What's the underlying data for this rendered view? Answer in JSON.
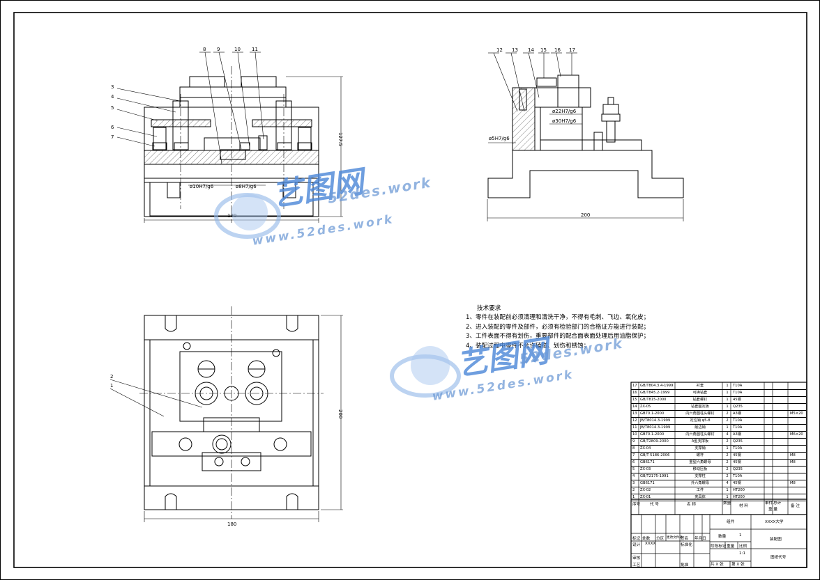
{
  "drawing": {
    "title": "装配图",
    "front_view": {
      "balloons": [
        "3",
        "4",
        "5",
        "6",
        "7",
        "8",
        "9",
        "10",
        "11"
      ],
      "fits": [
        "ø10H7/g6",
        "ø8H7/g6"
      ],
      "dim_width": "180",
      "dim_height": "127.5"
    },
    "side_view": {
      "balloons": [
        "12",
        "13",
        "14",
        "15",
        "16",
        "17"
      ],
      "fits": [
        "ø22H7/g6",
        "ø30H7/g6",
        "ø5H7/g6"
      ],
      "dim_width": "200"
    },
    "top_view": {
      "balloons": [
        "2",
        "1"
      ],
      "dim_width": "180",
      "dim_height": "200"
    }
  },
  "technical_requirements": {
    "title": "技术要求",
    "items": [
      "1、零件在装配前必须清理和清洗干净，不得有毛刺、飞边、氧化皮；",
      "2、进入装配的零件及部件，必须有检验部门的合格证方能进行装配；",
      "3、工件表面不得有划伤，重要部件的配合面表面处理后用油脂保护；",
      "4、装配过程中零件不允许磕碰、划伤和锈蚀；"
    ]
  },
  "watermark": {
    "logo": "艺图网",
    "domain": "www.52des.work",
    "domain_short": "52des.work"
  },
  "bom": {
    "rows": [
      {
        "no": "17",
        "code": "GB/T804.3.4-1999",
        "name": "衬套",
        "qty": "1",
        "mat": "T10A",
        "note": ""
      },
      {
        "no": "16",
        "code": "GB/T845.2-1999",
        "name": "可换钻套",
        "qty": "1",
        "mat": "T10A",
        "note": ""
      },
      {
        "no": "15",
        "code": "GB/T815-2000",
        "name": "钻套螺钉",
        "qty": "1",
        "mat": "45钢",
        "note": ""
      },
      {
        "no": "14",
        "code": "ZX-05",
        "name": "钻套固定板",
        "qty": "1",
        "mat": "Q235",
        "note": ""
      },
      {
        "no": "13",
        "code": "GB70.1-2000",
        "name": "内六角圆柱头螺钉",
        "qty": "2",
        "mat": "A3钢",
        "note": "M5×20"
      },
      {
        "no": "12",
        "code": "JB/T8014.3-1999",
        "name": "定位销 φ5-8",
        "qty": "2",
        "mat": "T10A",
        "note": ""
      },
      {
        "no": "11",
        "code": "JB/T8014.3-1999",
        "name": "削边销",
        "qty": "1",
        "mat": "T10A",
        "note": ""
      },
      {
        "no": "10",
        "code": "GB70.1-2000",
        "name": "内六角圆柱头螺钉",
        "qty": "4",
        "mat": "A3钢",
        "note": "M6×20"
      },
      {
        "no": "9",
        "code": "GB/T2809-2000",
        "name": "A型支撑板",
        "qty": "2",
        "mat": "Q235",
        "note": ""
      },
      {
        "no": "8",
        "code": "ZX-04",
        "name": "支撑销",
        "qty": "1",
        "mat": "T10A",
        "note": ""
      },
      {
        "no": "7",
        "code": "GB/T 5186-2006",
        "name": "螺杆",
        "qty": "2",
        "mat": "45钢",
        "note": "M8"
      },
      {
        "no": "6",
        "code": "GB6171",
        "name": "重型六角螺母",
        "qty": "2",
        "mat": "45钢",
        "note": "M8"
      },
      {
        "no": "5",
        "code": "ZX-03",
        "name": "移动压板",
        "qty": "2",
        "mat": "Q235",
        "note": ""
      },
      {
        "no": "4",
        "code": "GB/T2175-1991",
        "name": "支撑柱",
        "qty": "2",
        "mat": "T10A",
        "note": ""
      },
      {
        "no": "3",
        "code": "GB6171",
        "name": "外六角螺母",
        "qty": "4",
        "mat": "45钢",
        "note": "M8"
      },
      {
        "no": "2",
        "code": "ZX-02",
        "name": "工件",
        "qty": "1",
        "mat": "HT200",
        "note": ""
      },
      {
        "no": "1",
        "code": "ZX-01",
        "name": "夹具体",
        "qty": "1",
        "mat": "HT200",
        "note": ""
      }
    ],
    "headers": {
      "no": "序号",
      "code": "代 号",
      "name": "名 称",
      "qty": "数量",
      "mat": "材 料",
      "unit_weight": "单件",
      "total_weight": "总计",
      "weight": "重 量",
      "note": "备 注"
    }
  },
  "title_block": {
    "material_label": "组件",
    "school": "XXXX大学",
    "qty_label": "数量",
    "qty_value": "1",
    "drawing_name": "装配图",
    "stage_label": "阶段标记",
    "weight_label": "重量",
    "scale_label": "比例",
    "scale_value": "1:1",
    "design": "设计",
    "design_name": "XXXX",
    "std": "标准化",
    "review": "审核",
    "process": "工艺",
    "approve": "批准",
    "mark": "标记",
    "count": "处数",
    "zone": "分区",
    "change_doc": "更改文件号",
    "sign": "签名",
    "date": "年月日",
    "sheets_total": "共 X 张",
    "sheet_no": "第 X 张",
    "drawing_code": "图纸代号"
  }
}
